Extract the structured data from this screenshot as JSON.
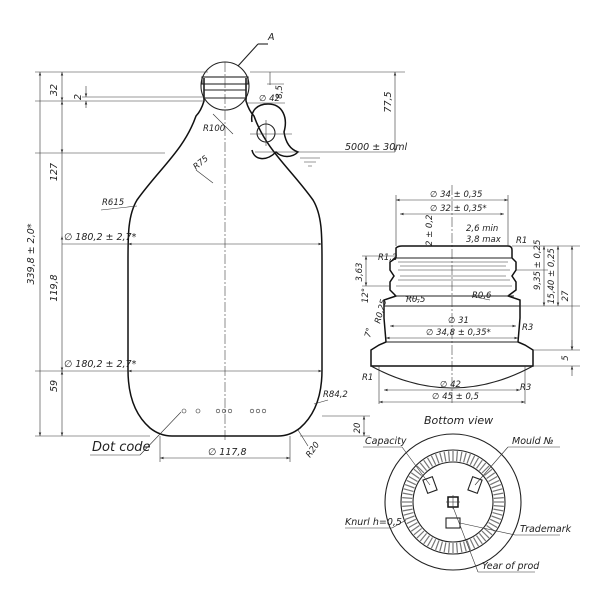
{
  "labels": {
    "detail": "A",
    "dot_code": "Dot code",
    "bottom_view": "Bottom view",
    "capacity": "Capacity",
    "mould_no": "Mould №",
    "trademark": "Trademark",
    "year_of_prod": "Year of prod",
    "knurl": "Knurl h=0,5"
  },
  "bottle_dims": {
    "overall_height": "339,8 ± 2,0*",
    "h_32": "32",
    "h_2": "2",
    "h_127": "127",
    "h_119_8": "119,8",
    "h_59": "59",
    "h_77_5": "77,5",
    "h_8_5": "8,5",
    "h_20": "20",
    "d_42": "∅ 42",
    "r100": "R100",
    "r75": "R75",
    "r615": "R615",
    "body_d_top": "∅ 180,2 ± 2,7*",
    "body_d_bottom": "∅ 180,2 ± 2,7*",
    "r84_2": "R84,2",
    "r20": "R20",
    "base_d": "∅ 117,8",
    "fill_level": "5000 ± 30ml"
  },
  "neck_dims": {
    "d_34": "∅ 34 ± 0,35",
    "d_32": "∅ 32 ± 0,35*",
    "h_2_02": "2 ± 0,2",
    "thread_min": "2,6 min",
    "thread_max": "3,8 max",
    "r1_top": "R1",
    "r1_2": "R1,2",
    "h_3_63": "3,63",
    "r0_5": "R0,5",
    "r0_6": "R0,6",
    "h_9_35": "9,35 ± 0,25",
    "h_15_40": "15,40 ± 0,25",
    "h_27": "27",
    "a_12": "12°",
    "r0_25": "R0,25",
    "a_7": "7°",
    "d_31": "∅ 31",
    "d_34_8": "∅ 34,8 ± 0,35*",
    "r3_a": "R3",
    "r3_b": "R3",
    "r1_bottom": "R1",
    "h_5": "5",
    "d_42": "∅ 42",
    "d_45": "∅ 45 ± 0,5"
  }
}
